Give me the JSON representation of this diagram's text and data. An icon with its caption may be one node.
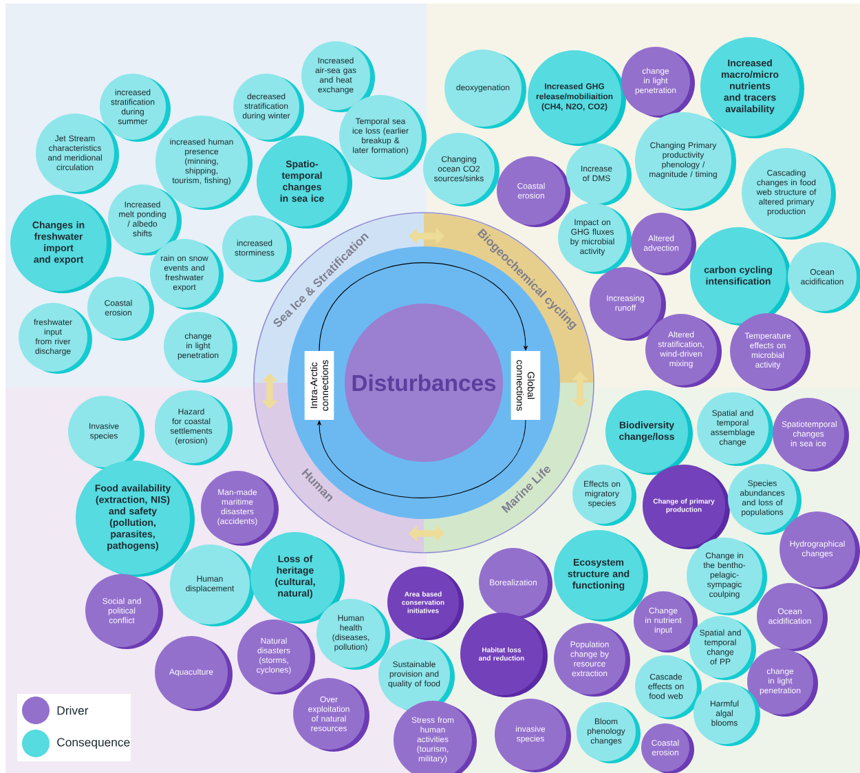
{
  "diagram": {
    "nodes": [
      {
        "text": [
          "increased stratification during summer"
        ]
      },
      {
        "text": [
          "Increased air-sea gas and heat exchange"
        ]
      },
      {
        "text": [
          "decreased stratification during winter"
        ]
      },
      {
        "text": [
          "Jet Stream characteristics and meridional circulation"
        ]
      },
      {
        "text": [
          "increased human presence (minning, shipping, tourism, fishing)"
        ]
      },
      {
        "text": [
          "Temporal sea ice loss (earlier breakup & later formation)"
        ]
      },
      {
        "text": [
          "Spatio-temporal changes in sea ice"
        ]
      },
      {
        "text": [
          "Changes in freshwater import and export"
        ]
      },
      {
        "text": [
          "Increased melt ponding / albedo shifts"
        ]
      },
      {
        "text": [
          "increased storminess"
        ]
      },
      {
        "text": [
          "rain on snow events and freshwater export"
        ]
      },
      {
        "text": [
          "Coastal erosion"
        ]
      },
      {
        "text": [
          "freshwater input from river discharge"
        ]
      },
      {
        "text": [
          "change in light penetration"
        ]
      },
      {
        "text": [
          "deoxygenation"
        ]
      },
      {
        "text": [
          "Increased GHG release/mobiliaition (CH4, N2O, CO2)"
        ]
      },
      {
        "text": [
          "change in light penetration"
        ]
      },
      {
        "text": [
          "Increased macro/micro nutrients and tracers availability"
        ]
      },
      {
        "text": [
          "Changing ocean CO2 sources/sinks"
        ]
      },
      {
        "text": [
          "Coastal erosion"
        ]
      },
      {
        "text": [
          "Increase of DMS"
        ]
      },
      {
        "text": [
          "Changing Primary productivity phenology / magnitude / timing"
        ]
      },
      {
        "text": [
          "Cascading changes in food web structure of altered primary production"
        ]
      },
      {
        "text": [
          "Impact on GHG fluxes by microbial activity"
        ]
      },
      {
        "text": [
          "Altered advection"
        ]
      },
      {
        "text": [
          "carbon cycling intensification"
        ]
      },
      {
        "text": [
          "Ocean acidification"
        ]
      },
      {
        "text": [
          "Increasing runoff"
        ]
      },
      {
        "text": [
          "Altered stratification, wind-driven mixing"
        ]
      },
      {
        "text": [
          "Temperature effects on microbial activity"
        ]
      },
      {
        "text": [
          "Invasive species"
        ]
      },
      {
        "text": [
          "Hazard for coastal settlements (erosion)"
        ]
      },
      {
        "text": [
          "Food availability (extraction, NIS) and safety (pollution, parasites, pathogens)"
        ]
      },
      {
        "text": [
          "Man-made maritime disasters (accidents)"
        ]
      },
      {
        "text": [
          "Human displacement"
        ]
      },
      {
        "text": [
          "Loss of heritage (cultural, natural)"
        ]
      },
      {
        "text": [
          "Social and political conflict"
        ]
      },
      {
        "text": [
          "Human health (diseases, pollution)"
        ]
      },
      {
        "text": [
          "Aquaculture"
        ]
      },
      {
        "text": [
          "Natural disasters (storms, cyclones)"
        ]
      },
      {
        "text": [
          "Over exploitation of natural resources"
        ]
      },
      {
        "text": [
          "Area based conservation initiatives"
        ]
      },
      {
        "text": [
          "Sustainable provision and quality of food"
        ]
      },
      {
        "text": [
          "Stress from human activities (tourism, military)"
        ]
      },
      {
        "text": [
          "Biodiversity change/loss"
        ]
      },
      {
        "text": [
          "Spatial and temporal assemblage change"
        ]
      },
      {
        "text": [
          "Spatiotemporal changes in sea ice"
        ]
      },
      {
        "text": [
          "Effects on migratory species"
        ]
      },
      {
        "text": [
          "Change of primary production"
        ]
      },
      {
        "text": [
          "Species abundances and loss of populations"
        ]
      },
      {
        "text": [
          "Hydrographical changes"
        ]
      },
      {
        "text": [
          "Borealization"
        ]
      },
      {
        "text": [
          "Ecosystem structure and functioning"
        ]
      },
      {
        "text": [
          "Change in the bentho-pelagic-sympagic coulping"
        ]
      },
      {
        "text": [
          "Change in nutrient input"
        ]
      },
      {
        "text": [
          "Ocean acidification"
        ]
      },
      {
        "text": [
          "Habitat loss and reduction"
        ]
      },
      {
        "text": [
          "Population change by resource extraction"
        ]
      },
      {
        "text": [
          "Spatial and temporal change of PP"
        ]
      },
      {
        "text": [
          "Cascade effects on food web"
        ]
      },
      {
        "text": [
          "change in light penetration"
        ]
      },
      {
        "text": [
          "invasive species"
        ]
      },
      {
        "text": [
          "Bloom phenology changes"
        ]
      },
      {
        "text": [
          "Harmful algal blooms"
        ]
      },
      {
        "text": [
          "Coastal erosion"
        ]
      },
      {
        "text": [
          "Disturbances"
        ]
      },
      {
        "text": [
          "Intra-Arctic connections"
        ]
      },
      {
        "text": [
          "Global connections"
        ]
      }
    ],
    "edges": [
      {
        "from": 66,
        "to": 67,
        "arrow": "to"
      },
      {
        "from": 67,
        "to": 66,
        "arrow": "to"
      }
    ],
    "labels": [
      "Sea Ice & Stratification",
      "Biogeochemical cycling",
      "Human",
      "Marine Life"
    ],
    "legend": [
      {
        "text": "Driver",
        "color": "#9370cc"
      },
      {
        "text": "Consequence",
        "color": "#55dbe0"
      }
    ]
  }
}
